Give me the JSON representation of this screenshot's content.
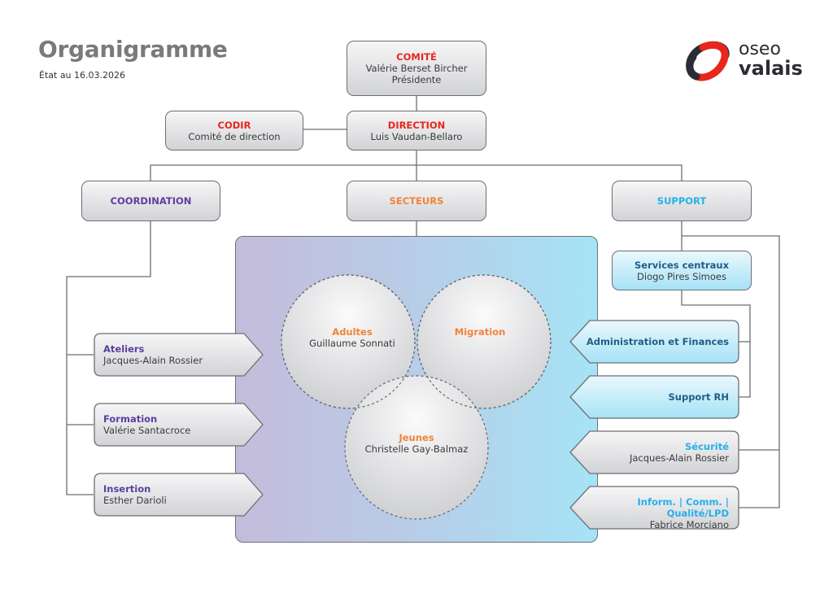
{
  "header": {
    "title": "Organigramme",
    "subtitle": "État au 16.03.2026"
  },
  "logo": {
    "line1": "oseo",
    "line2": "valais",
    "ring_colors": [
      "#e8261c",
      "#2a2d34"
    ]
  },
  "colors": {
    "governance": "#e8261c",
    "coordination": "#5b3fa0",
    "secteurs": "#f0843a",
    "support": "#25b0ea",
    "support_central": "#1f5e85",
    "connector": "#6e6e72"
  },
  "governance": {
    "comite": {
      "title": "COMITÉ",
      "name": "Valérie Berset Bircher",
      "role": "Présidente"
    },
    "direction": {
      "title": "DIRECTION",
      "name": "Luis Vaudan-Bellaro"
    },
    "codir": {
      "title": "CODIR",
      "name": "Comité de direction"
    }
  },
  "branches": {
    "coordination": "COORDINATION",
    "secteurs": "SECTEURS",
    "support": "SUPPORT"
  },
  "coordination_items": [
    {
      "title": "Ateliers",
      "name": "Jacques-Alain Rossier"
    },
    {
      "title": "Formation",
      "name": "Valérie Santacroce"
    },
    {
      "title": "Insertion",
      "name": "Esther Darioli"
    }
  ],
  "secteurs_items": [
    {
      "title": "Adultes",
      "name": "Guillaume Sonnati"
    },
    {
      "title": "Migration",
      "name": ""
    },
    {
      "title": "Jeunes",
      "name": "Christelle Gay-Balmaz"
    }
  ],
  "support_items": {
    "central": {
      "title": "Services centraux",
      "name": "Diogo Pires Simoes"
    },
    "admin": {
      "title": "Administration et Finances"
    },
    "rh": {
      "title": "Support RH"
    },
    "securite": {
      "title": "Sécurité",
      "name": "Jacques-Alain Rossier"
    },
    "inform": {
      "title": "Inform. | Comm. | Qualité/LPD",
      "name": "Fabrice Morciano"
    }
  }
}
